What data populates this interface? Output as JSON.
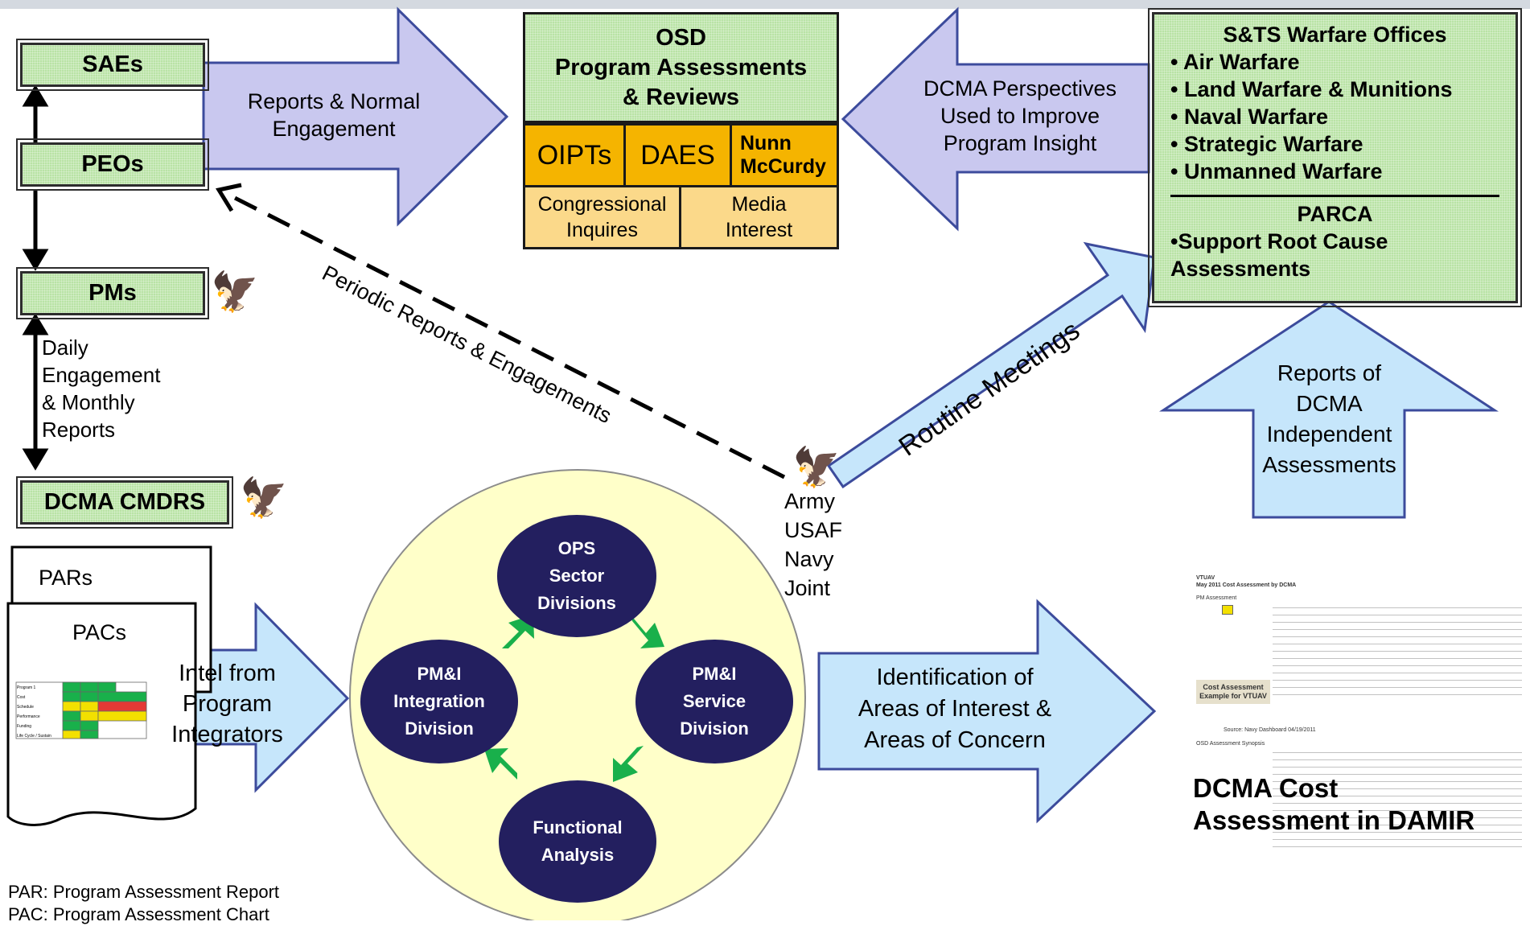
{
  "colors": {
    "box_green": "#b9e3a5",
    "arrow_lavender": "#c9c8ef",
    "arrow_blue": "#c6e6fb",
    "orange": "#f5b400",
    "light_orange": "#fbd98a",
    "circle_fill": "#ffffc9",
    "node_navy": "#231f5f",
    "cycle_green": "#19b04b"
  },
  "left_chain": {
    "saes": "SAEs",
    "peos": "PEOs",
    "pms": "PMs",
    "dcma_cmdrs": "DCMA CMDRS",
    "daily_engagement": [
      "Daily",
      "Engagement",
      "& Monthly",
      "Reports"
    ]
  },
  "arrows": {
    "reports_normal": [
      "Reports & Normal",
      "Engagement"
    ],
    "dcma_perspectives": [
      "DCMA Perspectives",
      "Used to Improve",
      "Program Insight"
    ],
    "periodic_reports": "Periodic Reports & Engagements",
    "routine_meetings": "Routine Meetings",
    "reports_dcma": [
      "Reports of",
      "DCMA",
      "Independent",
      "Assessments"
    ],
    "intel_from": [
      "Intel from",
      "Program",
      "Integrators"
    ],
    "identification": [
      "Identification of",
      "Areas of Interest &",
      "Areas of Concern"
    ]
  },
  "osd": {
    "title": [
      "OSD",
      "Program Assessments",
      "& Reviews"
    ],
    "oipts": "OIPTs",
    "daes": "DAES",
    "nunn": [
      "Nunn",
      "McCurdy"
    ],
    "congressional": [
      "Congressional",
      "Inquires"
    ],
    "media": [
      "Media",
      "Interest"
    ]
  },
  "st": {
    "title": "S&TS Warfare Offices",
    "items": [
      "• Air Warfare",
      "• Land Warfare & Munitions",
      "• Naval Warfare",
      "• Strategic Warfare",
      "• Unmanned Warfare"
    ],
    "parca_title": "PARCA",
    "parca_items": [
      "•Support Root Cause",
      "Assessments"
    ]
  },
  "services": [
    "Army",
    "USAF",
    "Navy",
    "Joint"
  ],
  "docs": {
    "pars": "PARs",
    "pacs": "PACs",
    "pac_rows": [
      "Program 1",
      "Cost",
      "Schedule",
      "Performance",
      "Funding",
      "Life Cycle / Sustain"
    ]
  },
  "cycle": {
    "ops": [
      "OPS",
      "Sector",
      "Divisions"
    ],
    "integration": [
      "PM&I",
      "Integration",
      "Division"
    ],
    "service": [
      "PM&I",
      "Service",
      "Division"
    ],
    "functional": [
      "Functional",
      "Analysis"
    ]
  },
  "damir": {
    "doc_title": "VTUAV",
    "doc_subtitle": "May 2011 Cost Assessment by DCMA",
    "pm_assessment": "PM Assessment",
    "cost_example": [
      "Cost  Assessment",
      "Example for VTUAV"
    ],
    "source": "Source: Navy Dashboard 04/19/2011",
    "synopsis": "OSD Assessment Synopsis",
    "caption": [
      "DCMA Cost",
      "Assessment in DAMIR"
    ]
  },
  "legend": [
    "PAR: Program Assessment Report",
    "PAC: Program Assessment Chart"
  ]
}
